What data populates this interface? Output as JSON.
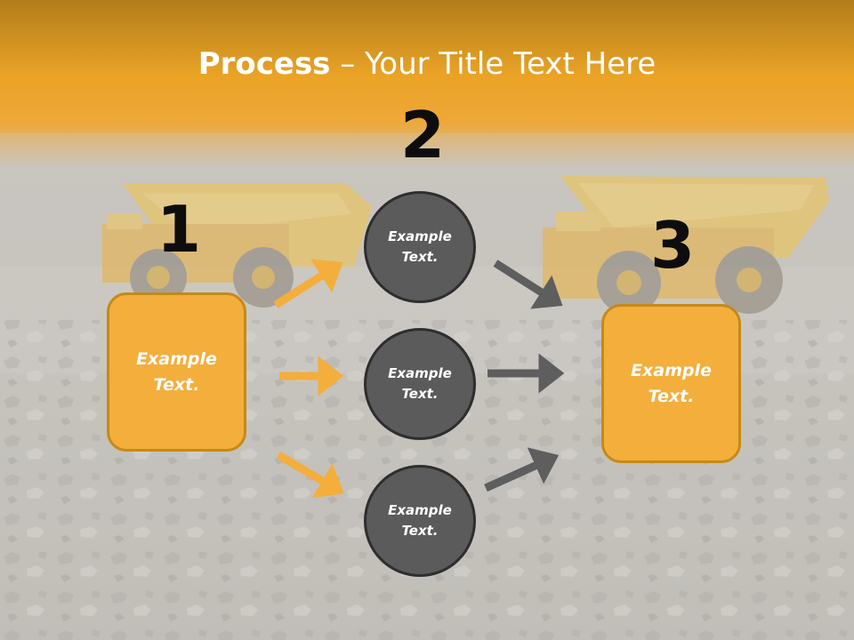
{
  "slide": {
    "title_bold": "Process",
    "title_rest": " – Your Title Text Here",
    "numbers": {
      "step1": "1",
      "step2": "2",
      "step3": "3"
    },
    "left_box": {
      "line1": "Example",
      "line2": "Text."
    },
    "right_box": {
      "line1": "Example",
      "line2": "Text."
    },
    "circles": [
      {
        "line1": "Example",
        "line2": "Text."
      },
      {
        "line1": "Example",
        "line2": "Text."
      },
      {
        "line1": "Example",
        "line2": "Text."
      }
    ]
  },
  "colors": {
    "accent_orange": "#f3ae3c",
    "orange_border": "#c58a17",
    "circle_gray": "#5b5b5b",
    "arrow_gray": "#5e5e5e",
    "title_band": "#e9a124"
  },
  "icons": [
    "dump-truck-left",
    "dump-truck-right"
  ]
}
